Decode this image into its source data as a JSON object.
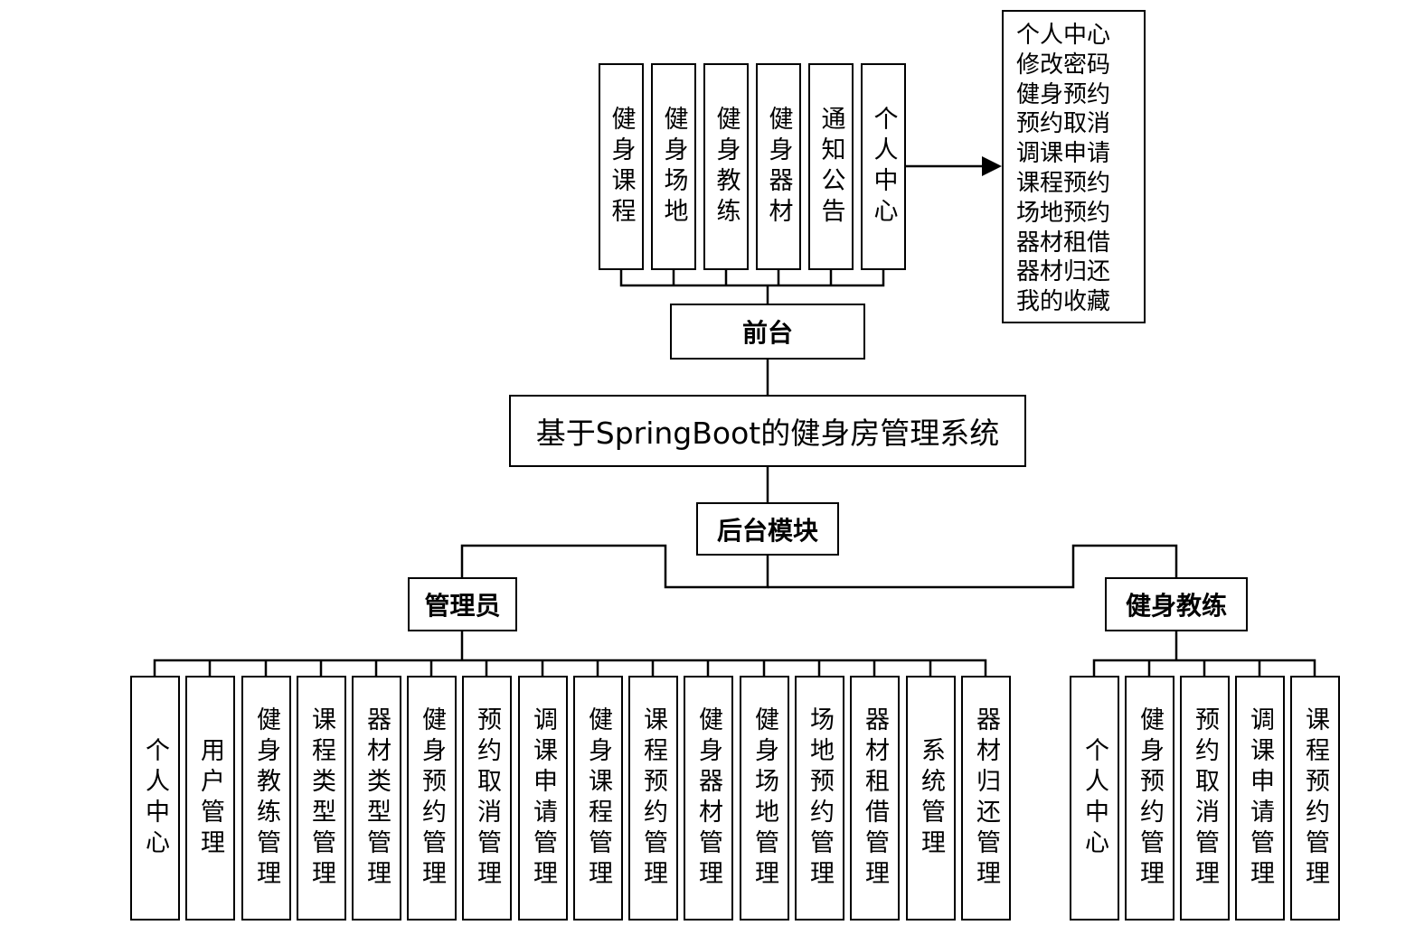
{
  "system": {
    "title": "基于SpringBoot的健身房管理系统"
  },
  "frontend": {
    "label": "前台",
    "modules": [
      "健身课程",
      "健身场地",
      "健身教练",
      "健身器材",
      "通知公告",
      "个人中心"
    ],
    "personal_center_items": [
      "个人中心",
      "修改密码",
      "健身预约",
      "预约取消",
      "调课申请",
      "课程预约",
      "场地预约",
      "器材租借",
      "器材归还",
      "我的收藏"
    ]
  },
  "backend": {
    "label": "后台模块",
    "admin": {
      "label": "管理员",
      "modules": [
        "个人中心",
        "用户管理",
        "健身教练管理",
        "课程类型管理",
        "器材类型管理",
        "健身预约管理",
        "预约取消管理",
        "调课申请管理",
        "健身课程管理",
        "课程预约管理",
        "健身器材管理",
        "健身场地管理",
        "场地预约管理",
        "器材租借管理",
        "系统管理",
        "器材归还管理"
      ]
    },
    "coach": {
      "label": "健身教练",
      "modules": [
        "个人中心",
        "健身预约管理",
        "预约取消管理",
        "调课申请管理",
        "课程预约管理"
      ]
    }
  }
}
